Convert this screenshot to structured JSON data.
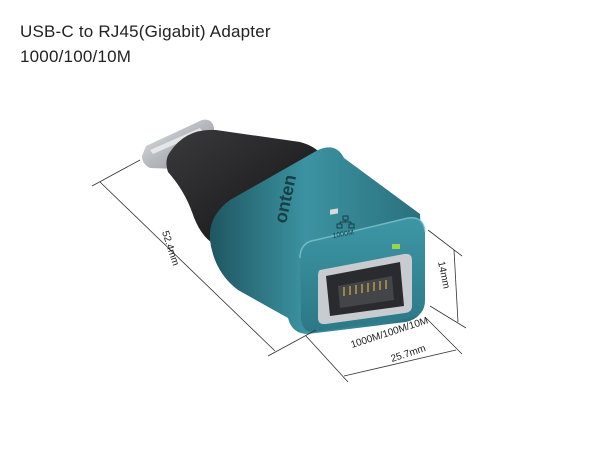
{
  "title": "USB-C to RJ45(Gigabit) Adapter",
  "subtitle": "1000/100/10M",
  "brand": "onten",
  "port_badge": "1000M",
  "speed_label": "1000M/100M/10M",
  "dimensions": {
    "length": "52.4mm",
    "height": "14mm",
    "width": "25.7mm"
  },
  "colors": {
    "body_teal": "#3a8f9e",
    "body_dark": "#25606b",
    "plug_black": "#1c1c1e",
    "connector_silver": "#b9bcc0"
  }
}
